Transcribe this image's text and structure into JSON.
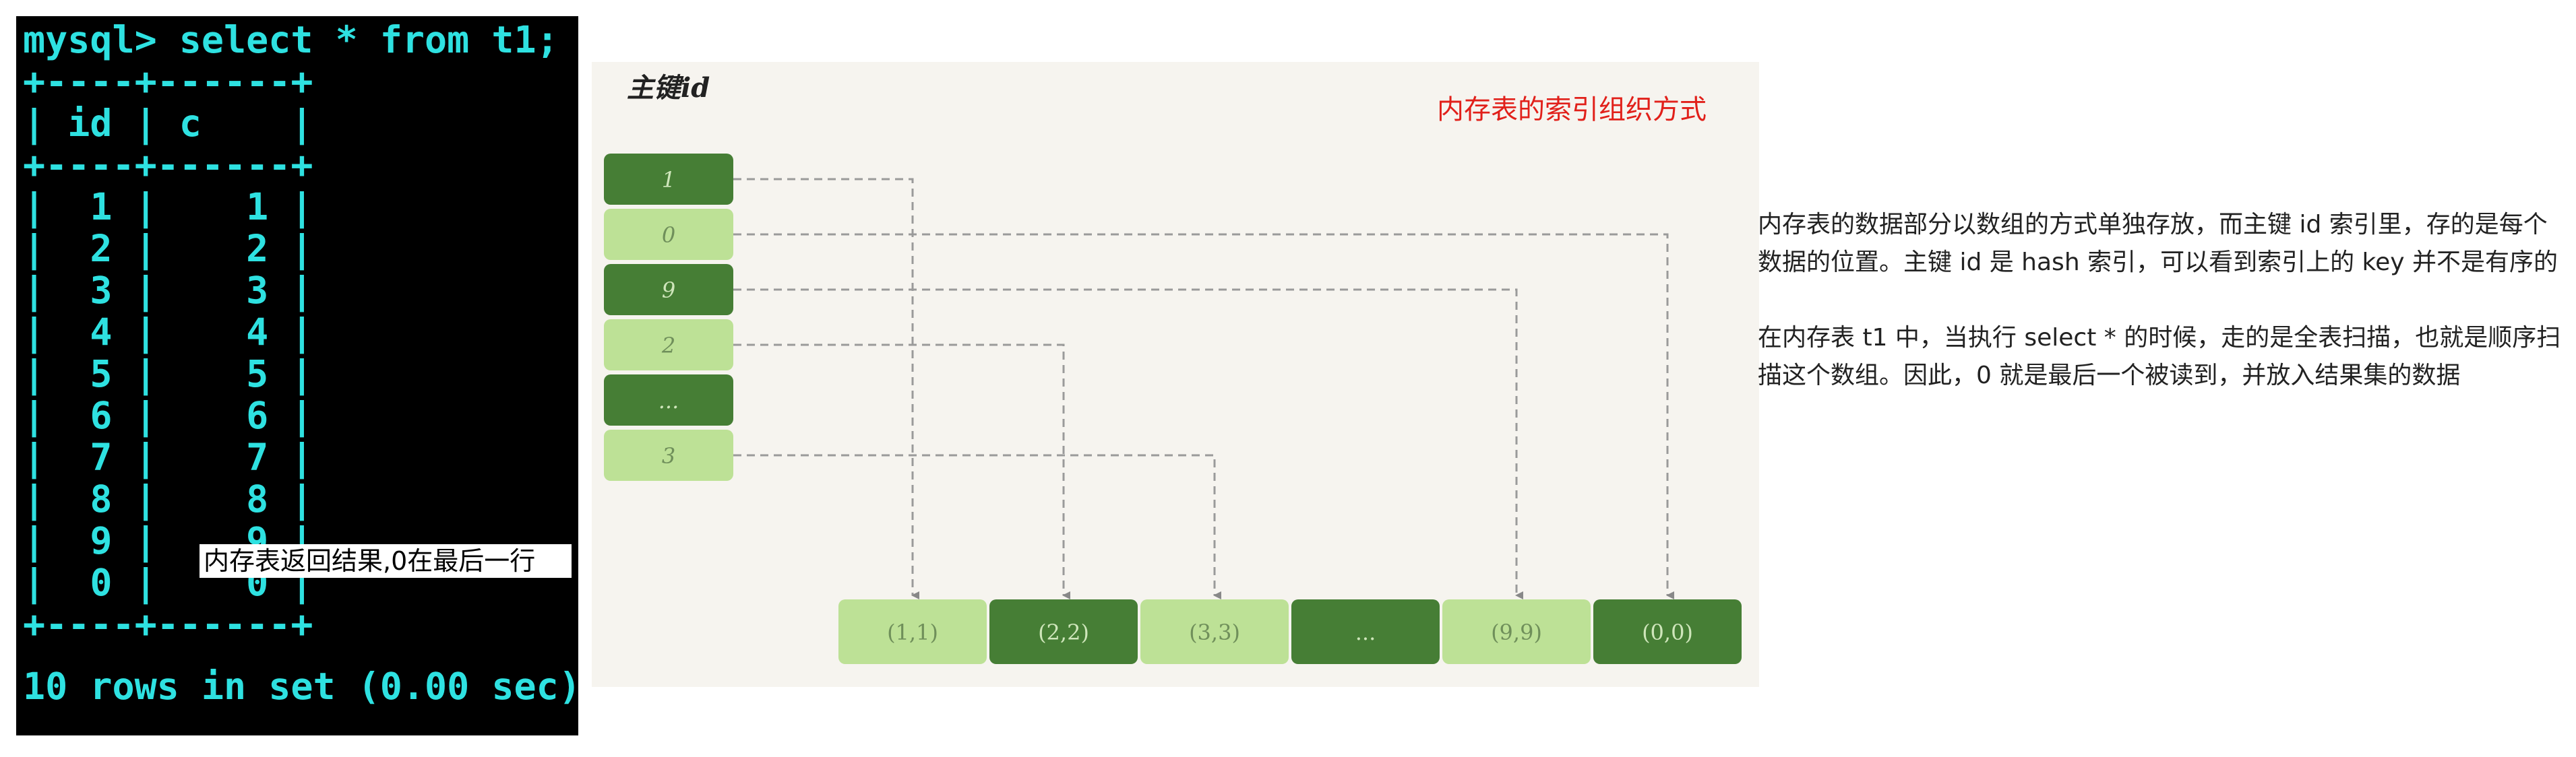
{
  "terminal": {
    "prompt": "mysql> select * from t1;",
    "border": "+----+------+",
    "header": "| id | c    |",
    "rows": [
      {
        "id": "1",
        "c": "1"
      },
      {
        "id": "2",
        "c": "2"
      },
      {
        "id": "3",
        "c": "3"
      },
      {
        "id": "4",
        "c": "4"
      },
      {
        "id": "5",
        "c": "5"
      },
      {
        "id": "6",
        "c": "6"
      },
      {
        "id": "7",
        "c": "7"
      },
      {
        "id": "8",
        "c": "8"
      },
      {
        "id": "9",
        "c": "9"
      },
      {
        "id": "0",
        "c": "0"
      }
    ],
    "footer": "10 rows in set (0.00 sec)",
    "annotation": "内存表返回结果,0在最后一行",
    "text_color": "#2ee1e1",
    "background": "#000000"
  },
  "diagram": {
    "key_label": "主键id",
    "title": "内存表的索引组织方式",
    "title_color": "#e1201a",
    "background": "#f6f4ef",
    "dark_green": "#467e35",
    "light_green": "#bde196",
    "index_keys": [
      {
        "label": "1",
        "shade": "dark",
        "target": 0
      },
      {
        "label": "0",
        "shade": "light",
        "target": 5
      },
      {
        "label": "9",
        "shade": "dark",
        "target": 4
      },
      {
        "label": "2",
        "shade": "light",
        "target": 1
      },
      {
        "label": "...",
        "shade": "dark",
        "target": null
      },
      {
        "label": "3",
        "shade": "light",
        "target": 2
      }
    ],
    "data_rows": [
      {
        "label": "(1,1)",
        "shade": "light"
      },
      {
        "label": "(2,2)",
        "shade": "dark"
      },
      {
        "label": "(3,3)",
        "shade": "light"
      },
      {
        "label": "...",
        "shade": "dark"
      },
      {
        "label": "(9,9)",
        "shade": "light"
      },
      {
        "label": "(0,0)",
        "shade": "dark"
      }
    ]
  },
  "explanation": {
    "paragraph1": "内存表的数据部分以数组的方式单独存放，而主键 id 索引里，存的是每个数据的位置。主键 id 是 hash 索引，可以看到索引上的 key 并不是有序的",
    "paragraph2": "在内存表 t1 中，当执行 select * 的时候，走的是全表扫描，也就是顺序扫描这个数组。因此，0 就是最后一个被读到，并放入结果集的数据"
  }
}
